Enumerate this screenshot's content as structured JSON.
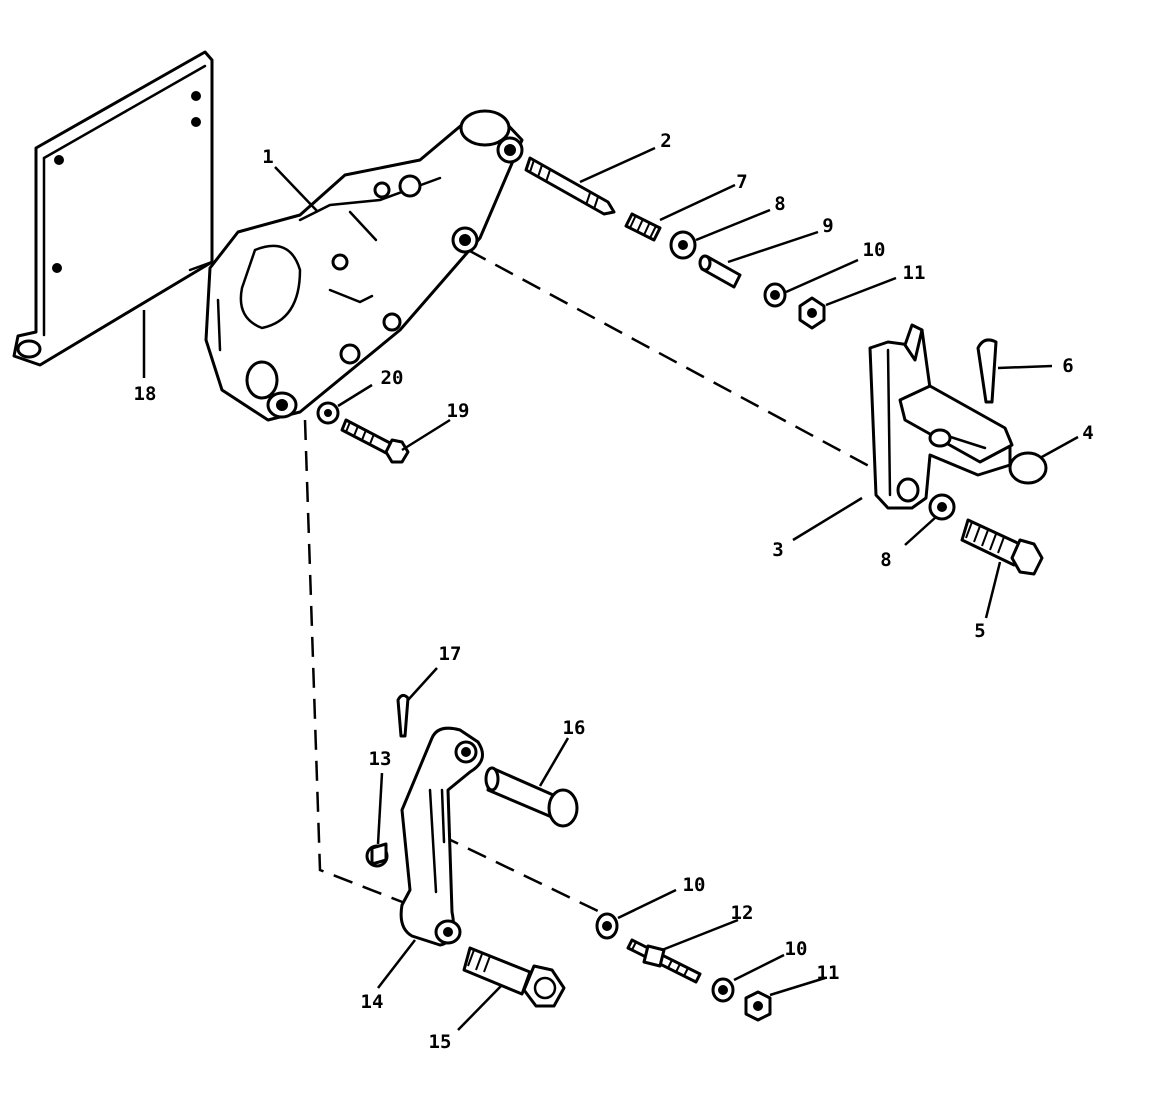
{
  "callouts": {
    "c1": "1",
    "c2": "2",
    "c3": "3",
    "c4": "4",
    "c5": "5",
    "c6": "6",
    "c7": "7",
    "c8a": "8",
    "c8b": "8",
    "c9": "9",
    "c10a": "10",
    "c10b": "10",
    "c10c": "10",
    "c11a": "11",
    "c11b": "11",
    "c12": "12",
    "c13": "13",
    "c14": "14",
    "c15": "15",
    "c16": "16",
    "c17": "17",
    "c18": "18",
    "c19": "19",
    "c20": "20"
  },
  "colors": {
    "ink": "#000000",
    "paper": "#ffffff"
  }
}
